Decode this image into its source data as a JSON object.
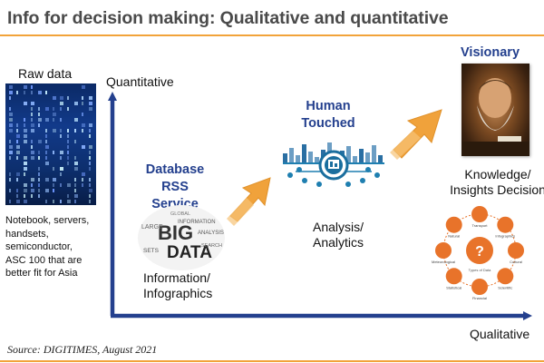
{
  "title": "Info for decision making: Qualitative and quantitative",
  "source": "Source: DIGITIMES, August 2021",
  "axes": {
    "y_label": "Quantitative",
    "x_label": "Qualitative",
    "color": "#24408e"
  },
  "raw_data": {
    "heading": "Raw data",
    "description": [
      "Notebook, servers,",
      "handsets,",
      "semiconductor,",
      "ASC 100 that are",
      "better fit for Asia"
    ]
  },
  "stage_database": {
    "heading": [
      "Database",
      "RSS Service"
    ],
    "label": [
      "Information/",
      "Infographics"
    ],
    "wordcloud_words": [
      "BIG",
      "DATA",
      "INFORMATION",
      "ANALYSIS",
      "LARGE",
      "SEARCH",
      "SETS",
      "GLOBAL"
    ]
  },
  "stage_human": {
    "heading": [
      "Human",
      "Touched"
    ],
    "label": [
      "Analysis/",
      "Analytics"
    ]
  },
  "stage_visionary": {
    "heading": "Visionary",
    "label": [
      "Knowledge/",
      "Insights Decision"
    ],
    "circle_center": "?",
    "circle_nodes": [
      "Transport",
      "Infographics",
      "Cultural",
      "Scientific",
      "Financial",
      "Statistical",
      "Meteorological",
      "Natural"
    ],
    "circle_center_sub": "Types of Data"
  },
  "colors": {
    "accent_orange": "#f2a33a",
    "heading_blue": "#24408e",
    "node_orange": "#e8732a"
  }
}
